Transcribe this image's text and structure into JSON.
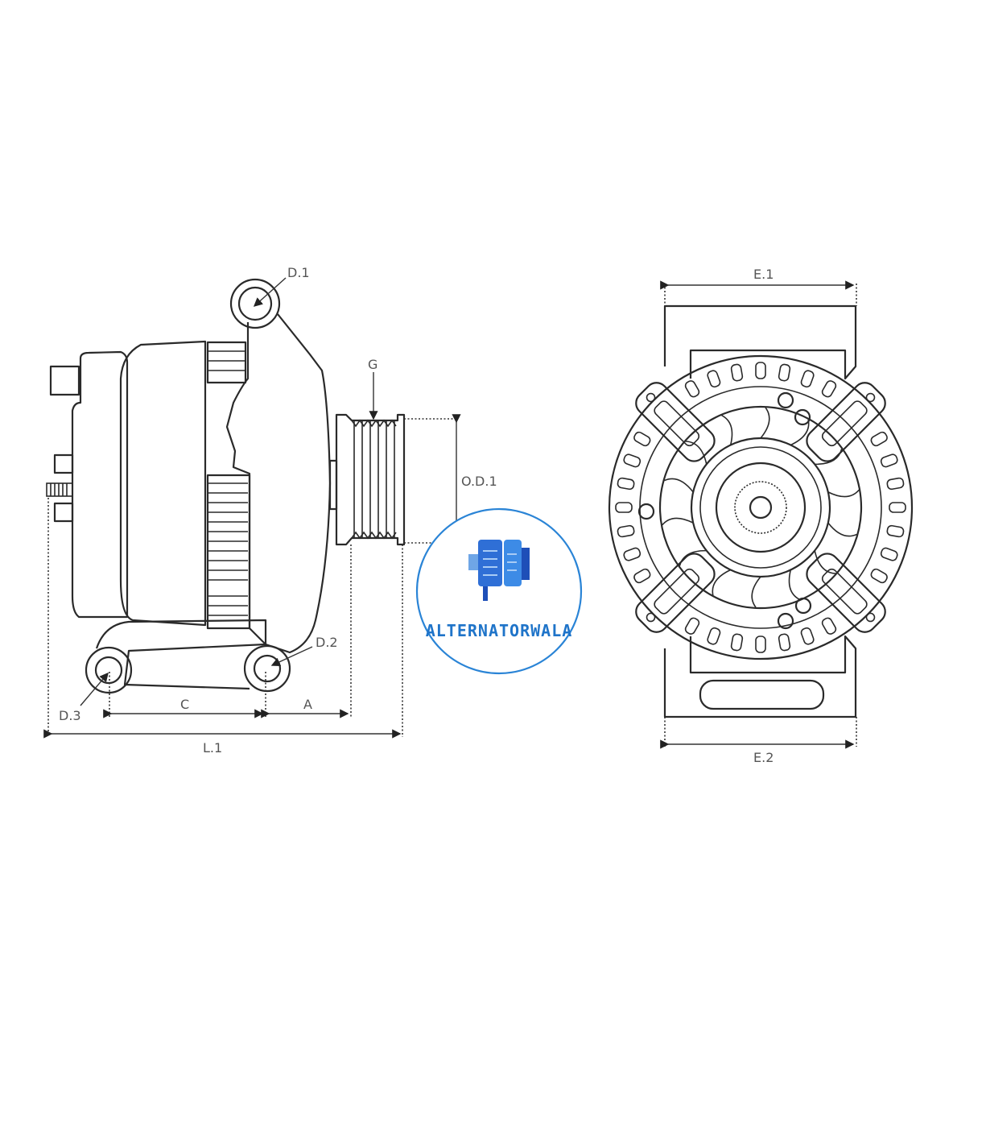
{
  "labels": {
    "d1": "D.1",
    "d2": "D.2",
    "d3": "D.3",
    "g": "G",
    "od1": "O.D.1",
    "a": "A",
    "c": "C",
    "l1": "L.1",
    "e1": "E.1",
    "e2": "E.2"
  },
  "logo": {
    "text": "ALTERNATORWALA",
    "color": "#1f74c9"
  }
}
